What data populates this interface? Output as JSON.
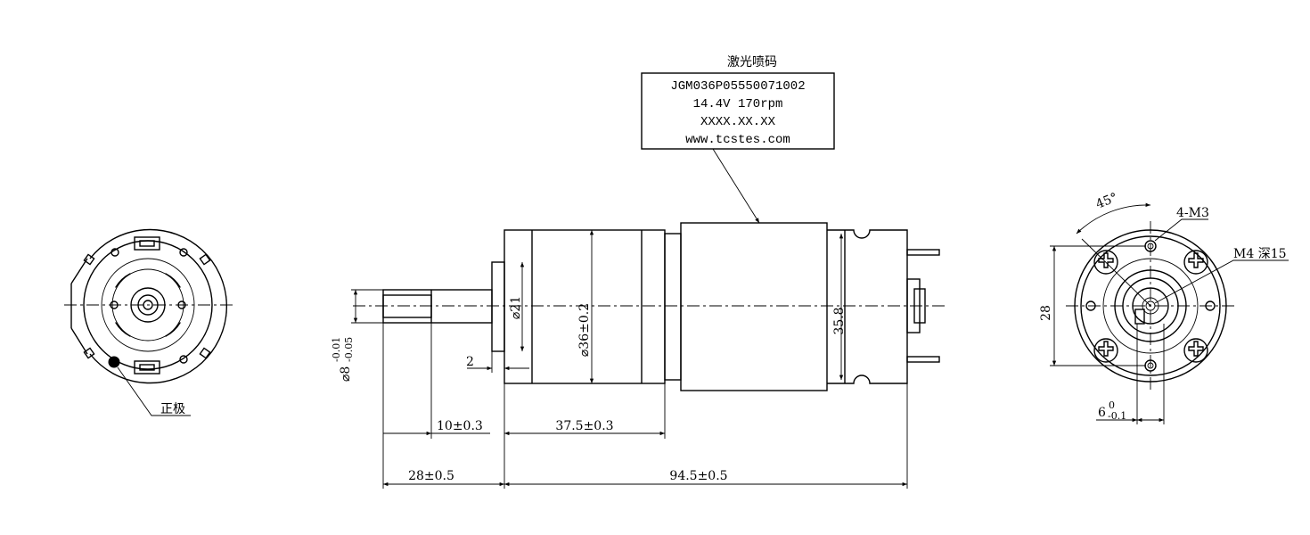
{
  "label_box": {
    "title": "激光喷码",
    "lines": [
      "JGM036P05550071002",
      "14.4V 170rpm",
      "XXXX.XX.XX",
      "www.tcstes.com"
    ]
  },
  "left_view": {
    "positive_label": "正极"
  },
  "side_view": {
    "dia_21": "⌀21",
    "dia_36": "⌀36±0.2",
    "dim_35_8": "35.8",
    "dim_2": "2",
    "shaft_dia": "⌀8",
    "shaft_tol_upper": "-0.01",
    "shaft_tol_lower": "-0.05",
    "dim_10": "10±0.3",
    "dim_37_5": "37.5±0.3",
    "dim_28": "28±0.5",
    "dim_94_5": "94.5±0.5"
  },
  "right_view": {
    "angle": "45°",
    "holes": "4-M3",
    "center_thread": "M4 深15",
    "dim_28": "28",
    "dim_6": "6",
    "dim_6_tol_upper": "0",
    "dim_6_tol_lower": "-0.1"
  }
}
